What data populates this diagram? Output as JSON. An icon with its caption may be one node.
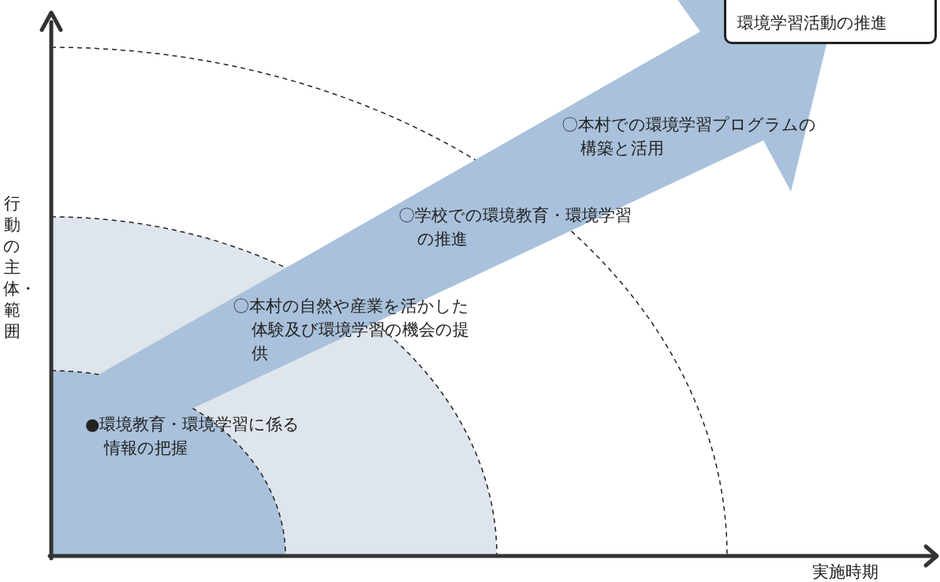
{
  "diagram": {
    "nodes": [
      {
        "text": [
          "環境学習活動の推進"
        ]
      }
    ],
    "edges": [],
    "labels": [
      "〇本村での環境学習プログラムの構築と活用",
      "〇学校での環境教育・環境学習の推進",
      "〇本村の自然や産業を活かした体験及び環境学習の機会の提供",
      "●環境教育・環境学習に係る情報の把握",
      "行動の主体・範囲",
      "実施時期"
    ]
  }
}
